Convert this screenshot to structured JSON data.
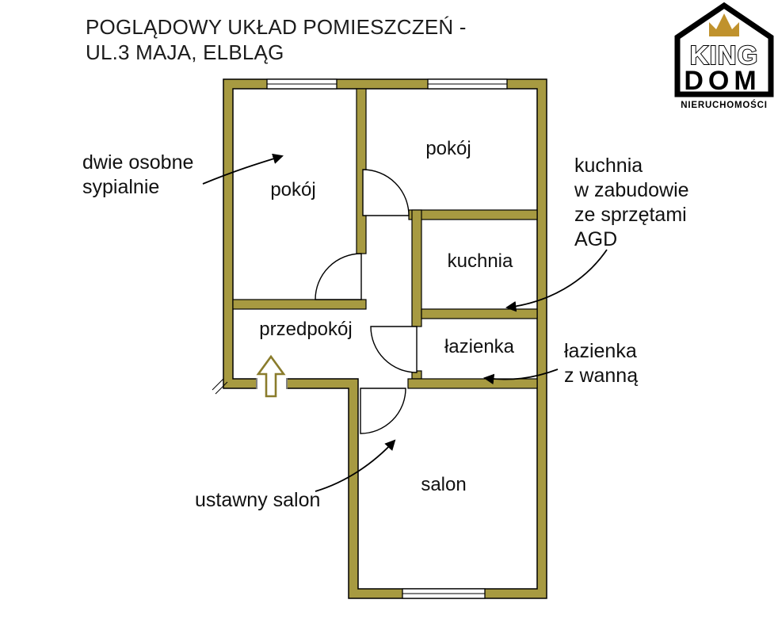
{
  "title": {
    "line1": "POGLĄDOWY UKŁAD POMIESZCZEŃ -",
    "line2": "UL.3 MAJA, ELBLĄG"
  },
  "logo": {
    "name_top": "KING",
    "name_bottom": "DOM",
    "subtitle": "NIERUCHOMOŚCI"
  },
  "rooms": {
    "bedroom_left": "pokój",
    "bedroom_right": "pokój",
    "kitchen": "kuchnia",
    "bathroom": "łazienka",
    "hallway": "przedpokój",
    "living_room": "salon"
  },
  "annotations": {
    "bedrooms": {
      "line1": "dwie osobne",
      "line2": "sypialnie"
    },
    "kitchen": {
      "line1": "kuchnia",
      "line2": "w zabudowie",
      "line3": "ze sprzętami",
      "line4": "AGD"
    },
    "bathroom": {
      "line1": "łazienka",
      "line2": "z wanną"
    },
    "living_room": {
      "line1": "ustawny salon"
    }
  },
  "colors": {
    "wall": "#a79a41",
    "entrance_arrow_outline": "#8a7c2c",
    "crown_gold": "#c0922d",
    "text": "#1a1a1a"
  }
}
